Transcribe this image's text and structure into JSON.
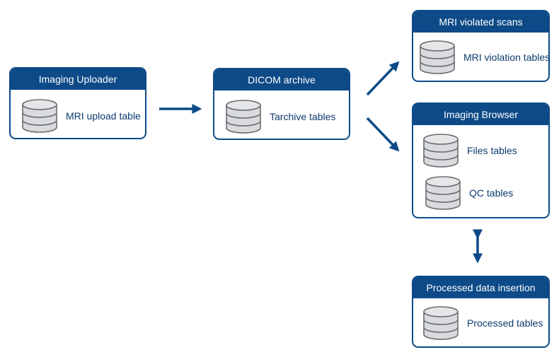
{
  "colors": {
    "header": "#0d4a87",
    "border": "#0d4a87",
    "arrow": "#0d4a87",
    "label": "#0d3b6e",
    "db_fill": "#d9dbdd",
    "db_stroke": "#6b6e72"
  },
  "boxes": {
    "imaging_uploader": {
      "title": "Imaging Uploader",
      "items": [
        "MRI upload table"
      ]
    },
    "dicom_archive": {
      "title": "DICOM archive",
      "items": [
        "Tarchive tables"
      ]
    },
    "mri_violated": {
      "title": "MRI violated scans",
      "items": [
        "MRI violation tables"
      ]
    },
    "imaging_browser": {
      "title": "Imaging Browser",
      "items": [
        "Files tables",
        "QC tables"
      ]
    },
    "processed": {
      "title": "Processed data insertion",
      "items": [
        "Processed tables"
      ]
    }
  },
  "icons": {
    "database": "database-icon"
  }
}
